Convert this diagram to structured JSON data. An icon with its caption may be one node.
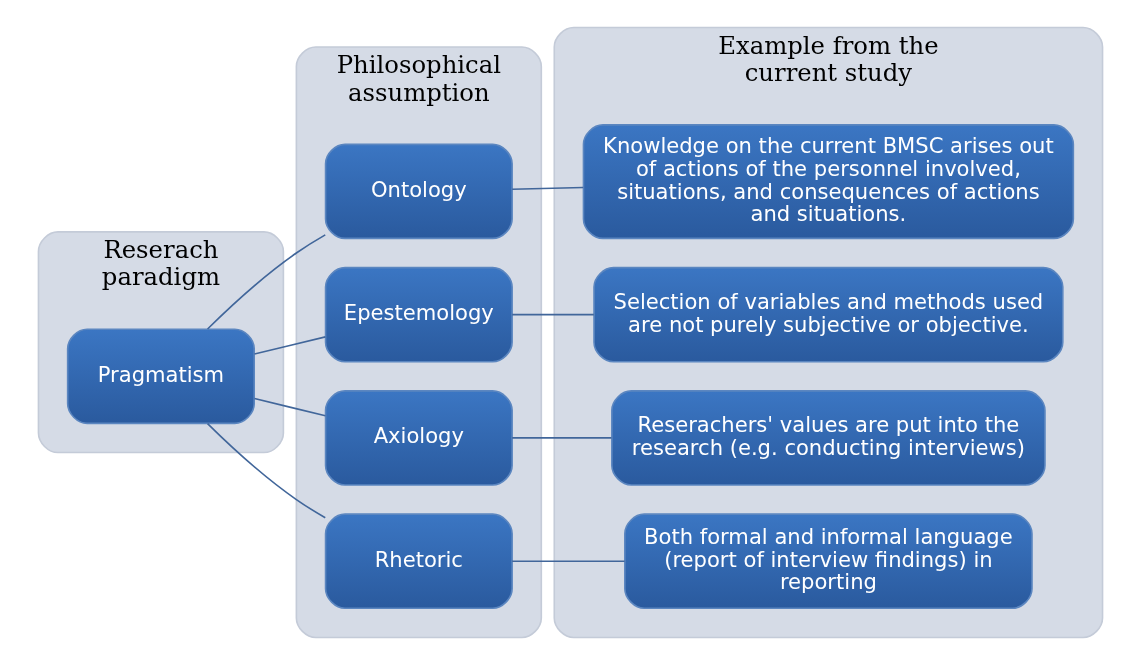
{
  "diagram": {
    "nodes": [
      {
        "text": [
          "Reserach paradigm"
        ]
      },
      {
        "text": [
          "Pragmatism"
        ],
        "in": 0
      },
      {
        "text": [
          "Philosophical assumption"
        ]
      },
      {
        "text": [
          "Ontology"
        ],
        "in": 2
      },
      {
        "text": [
          "Epestemology"
        ],
        "in": 2
      },
      {
        "text": [
          "Axiology"
        ],
        "in": 2
      },
      {
        "text": [
          "Rhetoric"
        ],
        "in": 2
      },
      {
        "text": [
          "Example from the current study"
        ]
      },
      {
        "text": [
          "Knowledge on the current BMSC arises out of actions of the personnel involved, situations, and consequences of actions and situations."
        ],
        "in": 7
      },
      {
        "text": [
          "Selection of variables and methods used are not purely subjective or objective."
        ],
        "in": 7
      },
      {
        "text": [
          "Reserachers' values are put into the research (e.g. conducting interviews)"
        ],
        "in": 7
      },
      {
        "text": [
          "Both formal and informal language (report of interview findings) in reporting"
        ],
        "in": 7
      }
    ],
    "edges": [
      {
        "from": 1,
        "to": 3,
        "arrow": "none"
      },
      {
        "from": 1,
        "to": 4,
        "arrow": "none"
      },
      {
        "from": 1,
        "to": 5,
        "arrow": "none"
      },
      {
        "from": 1,
        "to": 6,
        "arrow": "none"
      },
      {
        "from": 3,
        "to": 8,
        "arrow": "none"
      },
      {
        "from": 4,
        "to": 9,
        "arrow": "none"
      },
      {
        "from": 5,
        "to": 10,
        "arrow": "none"
      },
      {
        "from": 6,
        "to": 11,
        "arrow": "none"
      }
    ]
  }
}
